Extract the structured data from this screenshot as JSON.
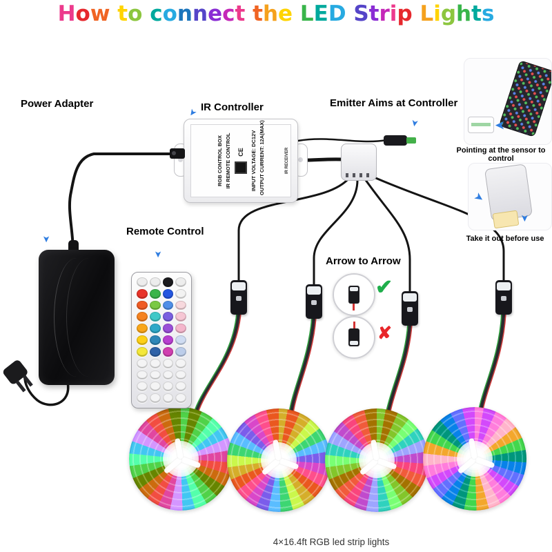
{
  "title": "How to connect the LED Strip Lights",
  "title_palette": [
    "#ec3a8c",
    "#e6282d",
    "#f06423",
    "#f5a11d",
    "#ffd400",
    "#8cc63f",
    "#39b54a",
    "#00a99d",
    "#27aae1",
    "#1c75bc",
    "#5545c8",
    "#8a2dd4",
    "#c428b8"
  ],
  "labels": {
    "power_adapter": "Power Adapter",
    "ir_controller": "IR Controller",
    "emitter_aims": "Emitter Aims at Controller",
    "remote_control": "Remote Control",
    "arrow_to_arrow": "Arrow to Arrow",
    "pointing_caption": "Pointing at the sensor to control",
    "take_out_caption": "Take it out before use",
    "strips_caption": "4×16.4ft RGB led strip lights"
  },
  "controller": {
    "line1": "RGB CONTROL BOX",
    "line2": "IR REMOTE CONTROL",
    "line3": "INPUT VOLTAGE: DC12V",
    "line4": "OUTPUT CURRENT: 12A(MAX)",
    "ce_mark": "CE",
    "receiver_label": "IR RECEIVER"
  },
  "marks": {
    "check": "✔",
    "cross": "✘",
    "pointer": "➤"
  },
  "colors": {
    "arrow_blue": "#2f7de0",
    "check_green": "#1fae4b",
    "cross_red": "#e8262a"
  },
  "remote": {
    "rows": [
      [
        "#ededed",
        "#ededed",
        "#1b1b1e",
        "#ededed"
      ],
      [
        "#e8332a",
        "#3bb54a",
        "#2457e0",
        "#f2f2f2"
      ],
      [
        "#ef5b24",
        "#7ac943",
        "#4f8fe8",
        "#f7d8dd"
      ],
      [
        "#f58220",
        "#3fc8c8",
        "#7a5fe0",
        "#f6c6d4"
      ],
      [
        "#f9a61a",
        "#2fa8c8",
        "#9a4fd8",
        "#f4b6cc"
      ],
      [
        "#fdd017",
        "#2f87b8",
        "#b83fd0",
        "#cfdcf2"
      ],
      [
        "#f4e83a",
        "#2f62a8",
        "#d03fb0",
        "#bccdea"
      ],
      [
        "#f4f4f5",
        "#f4f4f5",
        "#f4f4f5",
        "#f4f4f5"
      ],
      [
        "#f4f4f5",
        "#f4f4f5",
        "#f4f4f5",
        "#f4f4f5"
      ],
      [
        "#f4f4f5",
        "#f4f4f5",
        "#f4f4f5",
        "#f4f4f5"
      ],
      [
        "#f4f4f5",
        "#f4f4f5",
        "#f4f4f5",
        "#f4f4f5"
      ]
    ]
  }
}
